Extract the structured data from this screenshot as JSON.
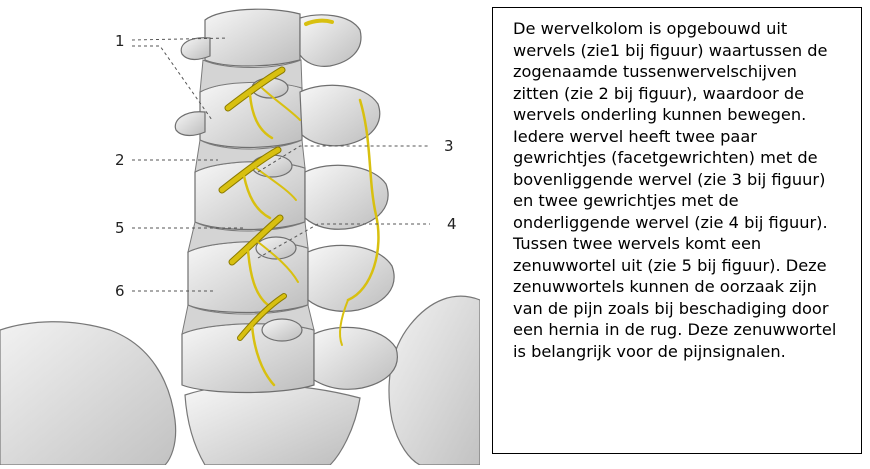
{
  "labels": {
    "l1": "1",
    "l2": "2",
    "l3": "3",
    "l4": "4",
    "l5": "5",
    "l6": "6"
  },
  "description": "De wervelkolom is opgebouwd uit wervels (zie1 bij figuur) waartussen de zogenaamde tussenwervelschijven zitten (zie 2 bij figuur), waardoor de wervels onderling kunnen bewegen. Iedere wervel heeft twee paar gewrichtjes (facetgewrichten) met de bovenliggende wervel (zie 3 bij figuur) en twee gewrichtjes met de onderliggende wervel (zie 4 bij figuur). Tussen twee wervels komt een zenuwwortel uit (zie 5 bij figuur). Deze zenuwwortels kunnen de oorzaak zijn van de pijn zoals bij beschadiging door een hernia in de rug. Deze zenuwwortel is belangrijk voor de pijnsignalen.",
  "colors": {
    "bone": "#ececec",
    "bone_shadow": "#c9c9c9",
    "bone_outline": "#6f6f6f",
    "disc": "#d4d4d4",
    "nerve": "#d8c010",
    "nerve_outline": "#8a7a00",
    "leader": "#555555"
  }
}
